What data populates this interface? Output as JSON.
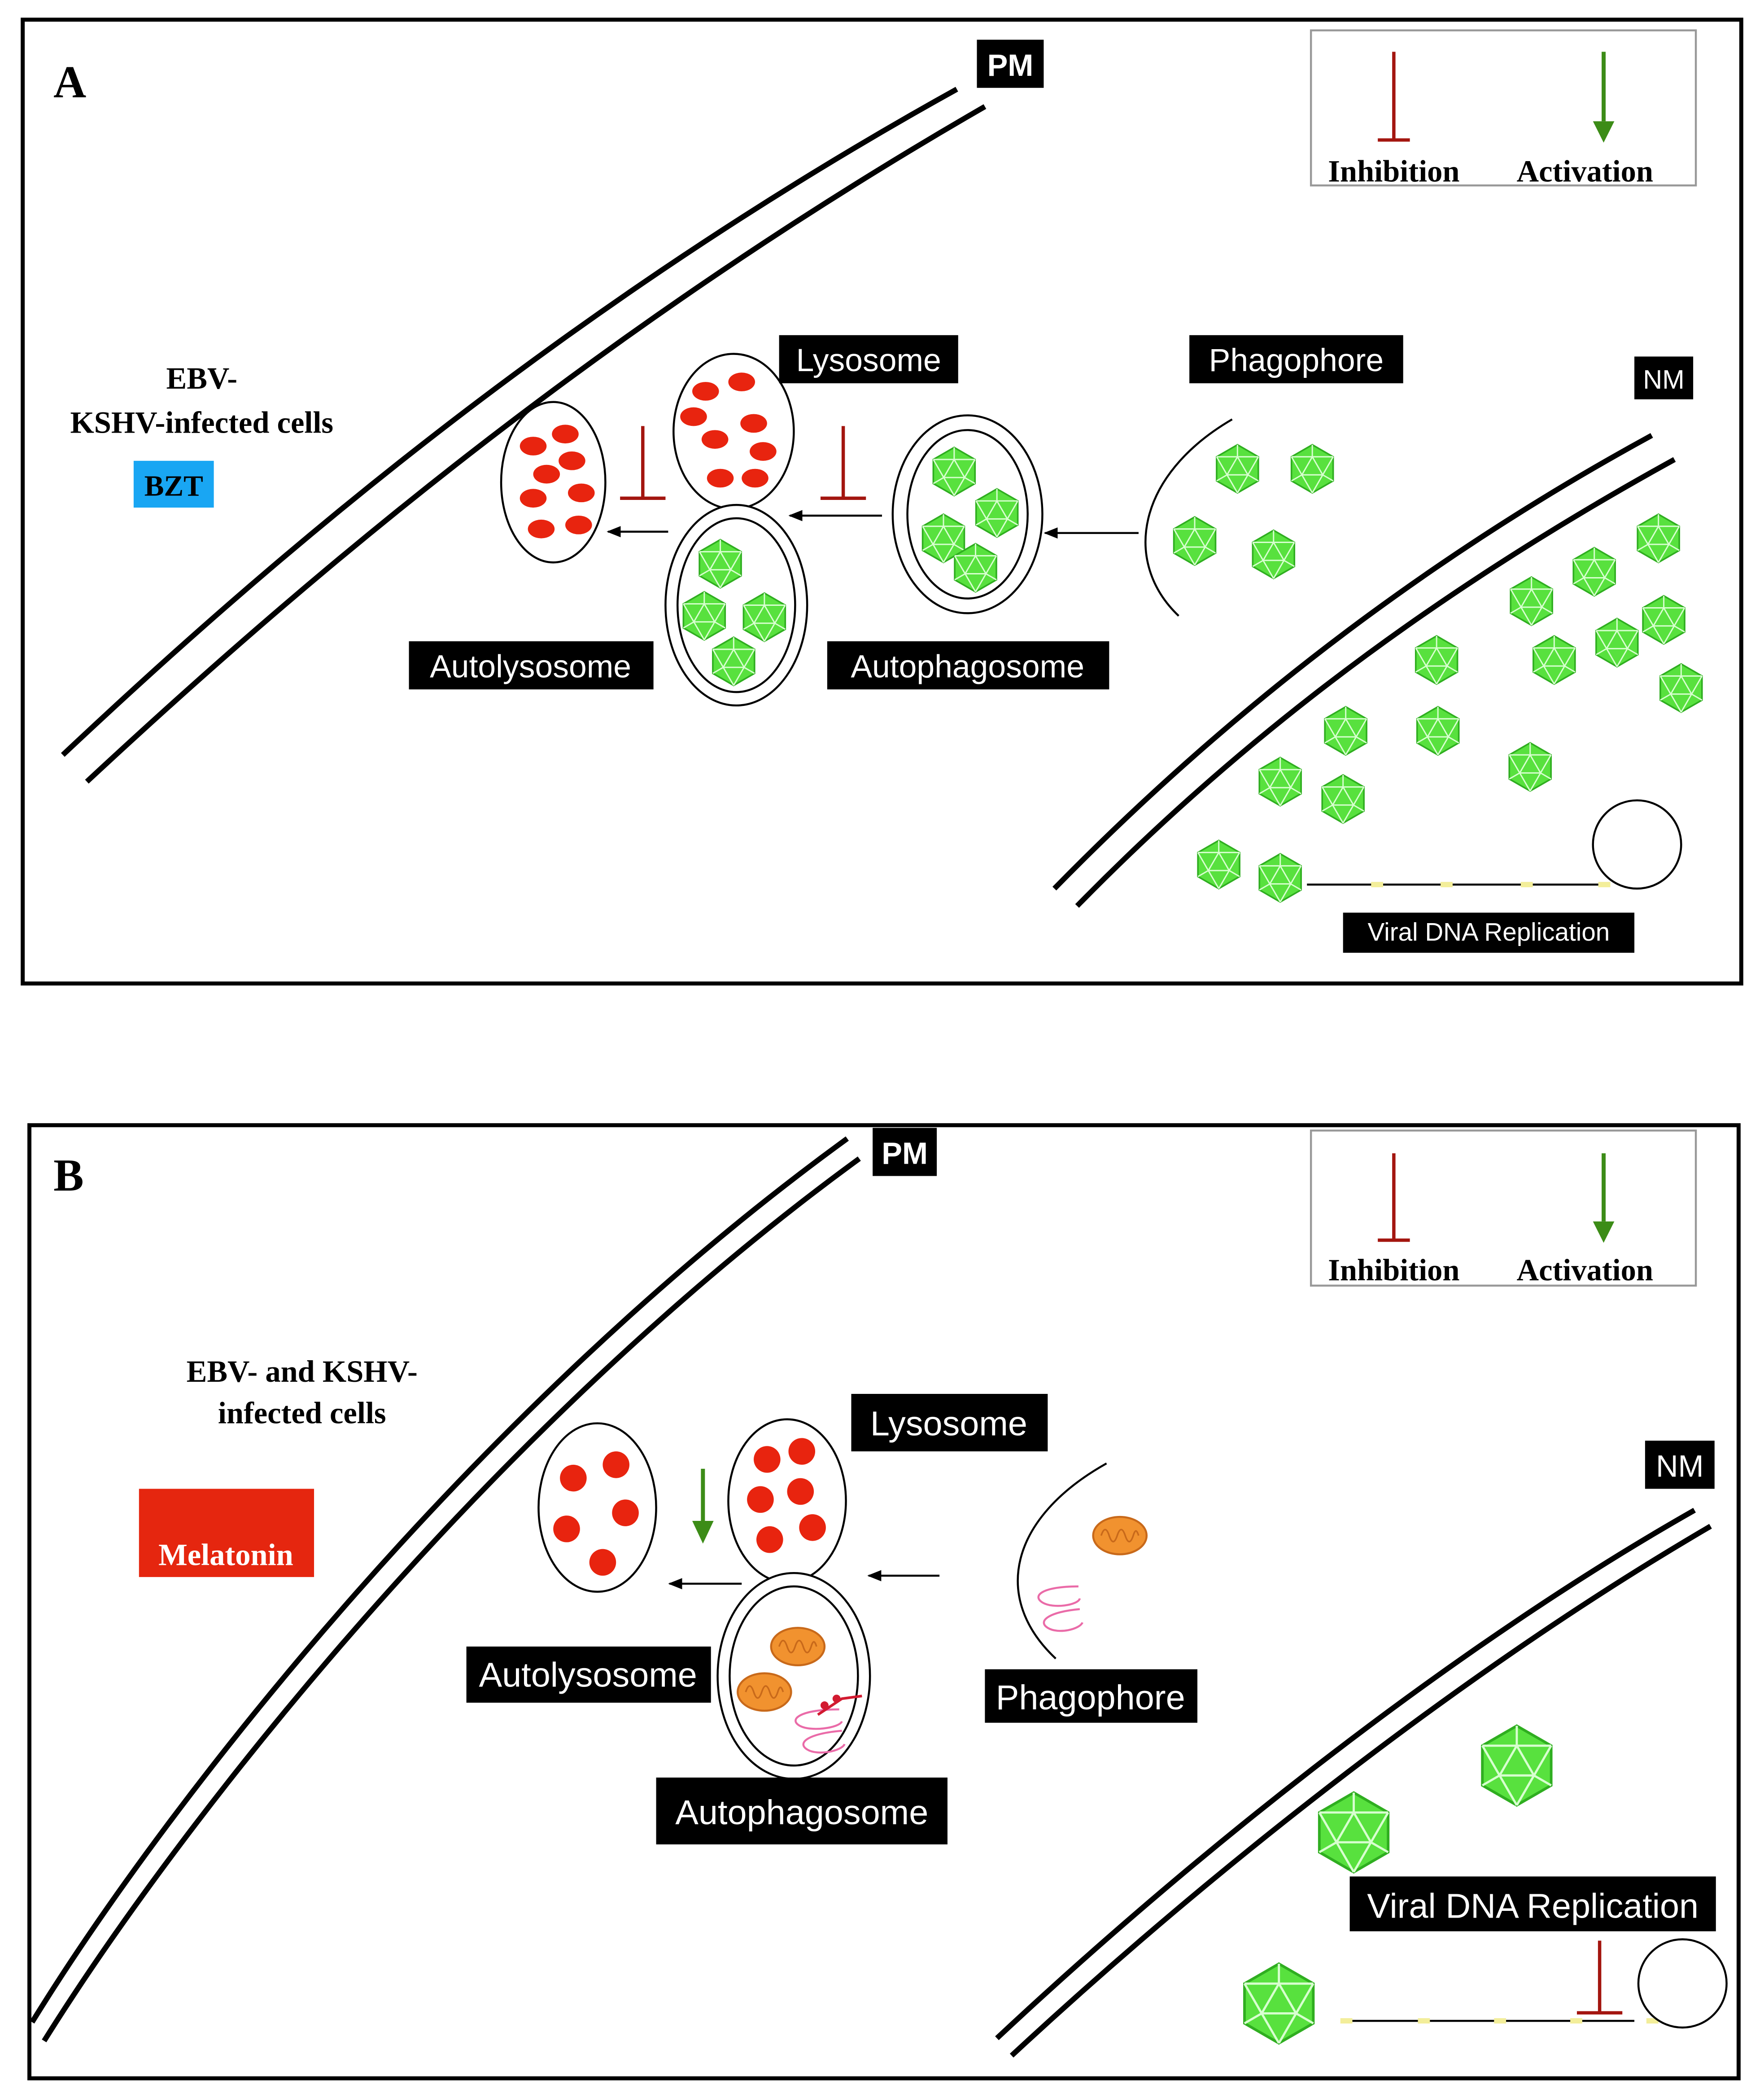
{
  "colors": {
    "inhibition": "#a3150f",
    "activation": "#3c8c17",
    "virus_fill": "#58e13e",
    "virus_edge": "#2fae20",
    "lysosome_dot": "#e8240f",
    "bzt_bg": "#19a6f3",
    "melatonin_bg": "#e5260f",
    "mito": "#f1922f",
    "rna": "#ea6ba8"
  },
  "panel_a": {
    "letter": "A",
    "pm_label": "PM",
    "nm_label": "NM",
    "cell_label_line1": "EBV-",
    "cell_label_line2": "KSHV-infected cells",
    "drug_label": "BZT",
    "lysosome_label": "Lysosome",
    "phagophore_label": "Phagophore",
    "autolysosome_label": "Autolysosome",
    "autophagosome_label": "Autophagosome",
    "replication_label": "Viral DNA Replication",
    "legend": {
      "inhibition": "Inhibition",
      "activation": "Activation"
    }
  },
  "panel_b": {
    "letter": "B",
    "pm_label": "PM",
    "nm_label": "NM",
    "cell_label_line1": "EBV- and KSHV-",
    "cell_label_line2": "infected cells",
    "drug_label": "Melatonin",
    "lysosome_label": "Lysosome",
    "phagophore_label": "Phagophore",
    "autolysosome_label": "Autolysosome",
    "autophagosome_label": "Autophagosome",
    "replication_label": "Viral DNA Replication",
    "legend": {
      "inhibition": "Inhibition",
      "activation": "Activation"
    }
  }
}
